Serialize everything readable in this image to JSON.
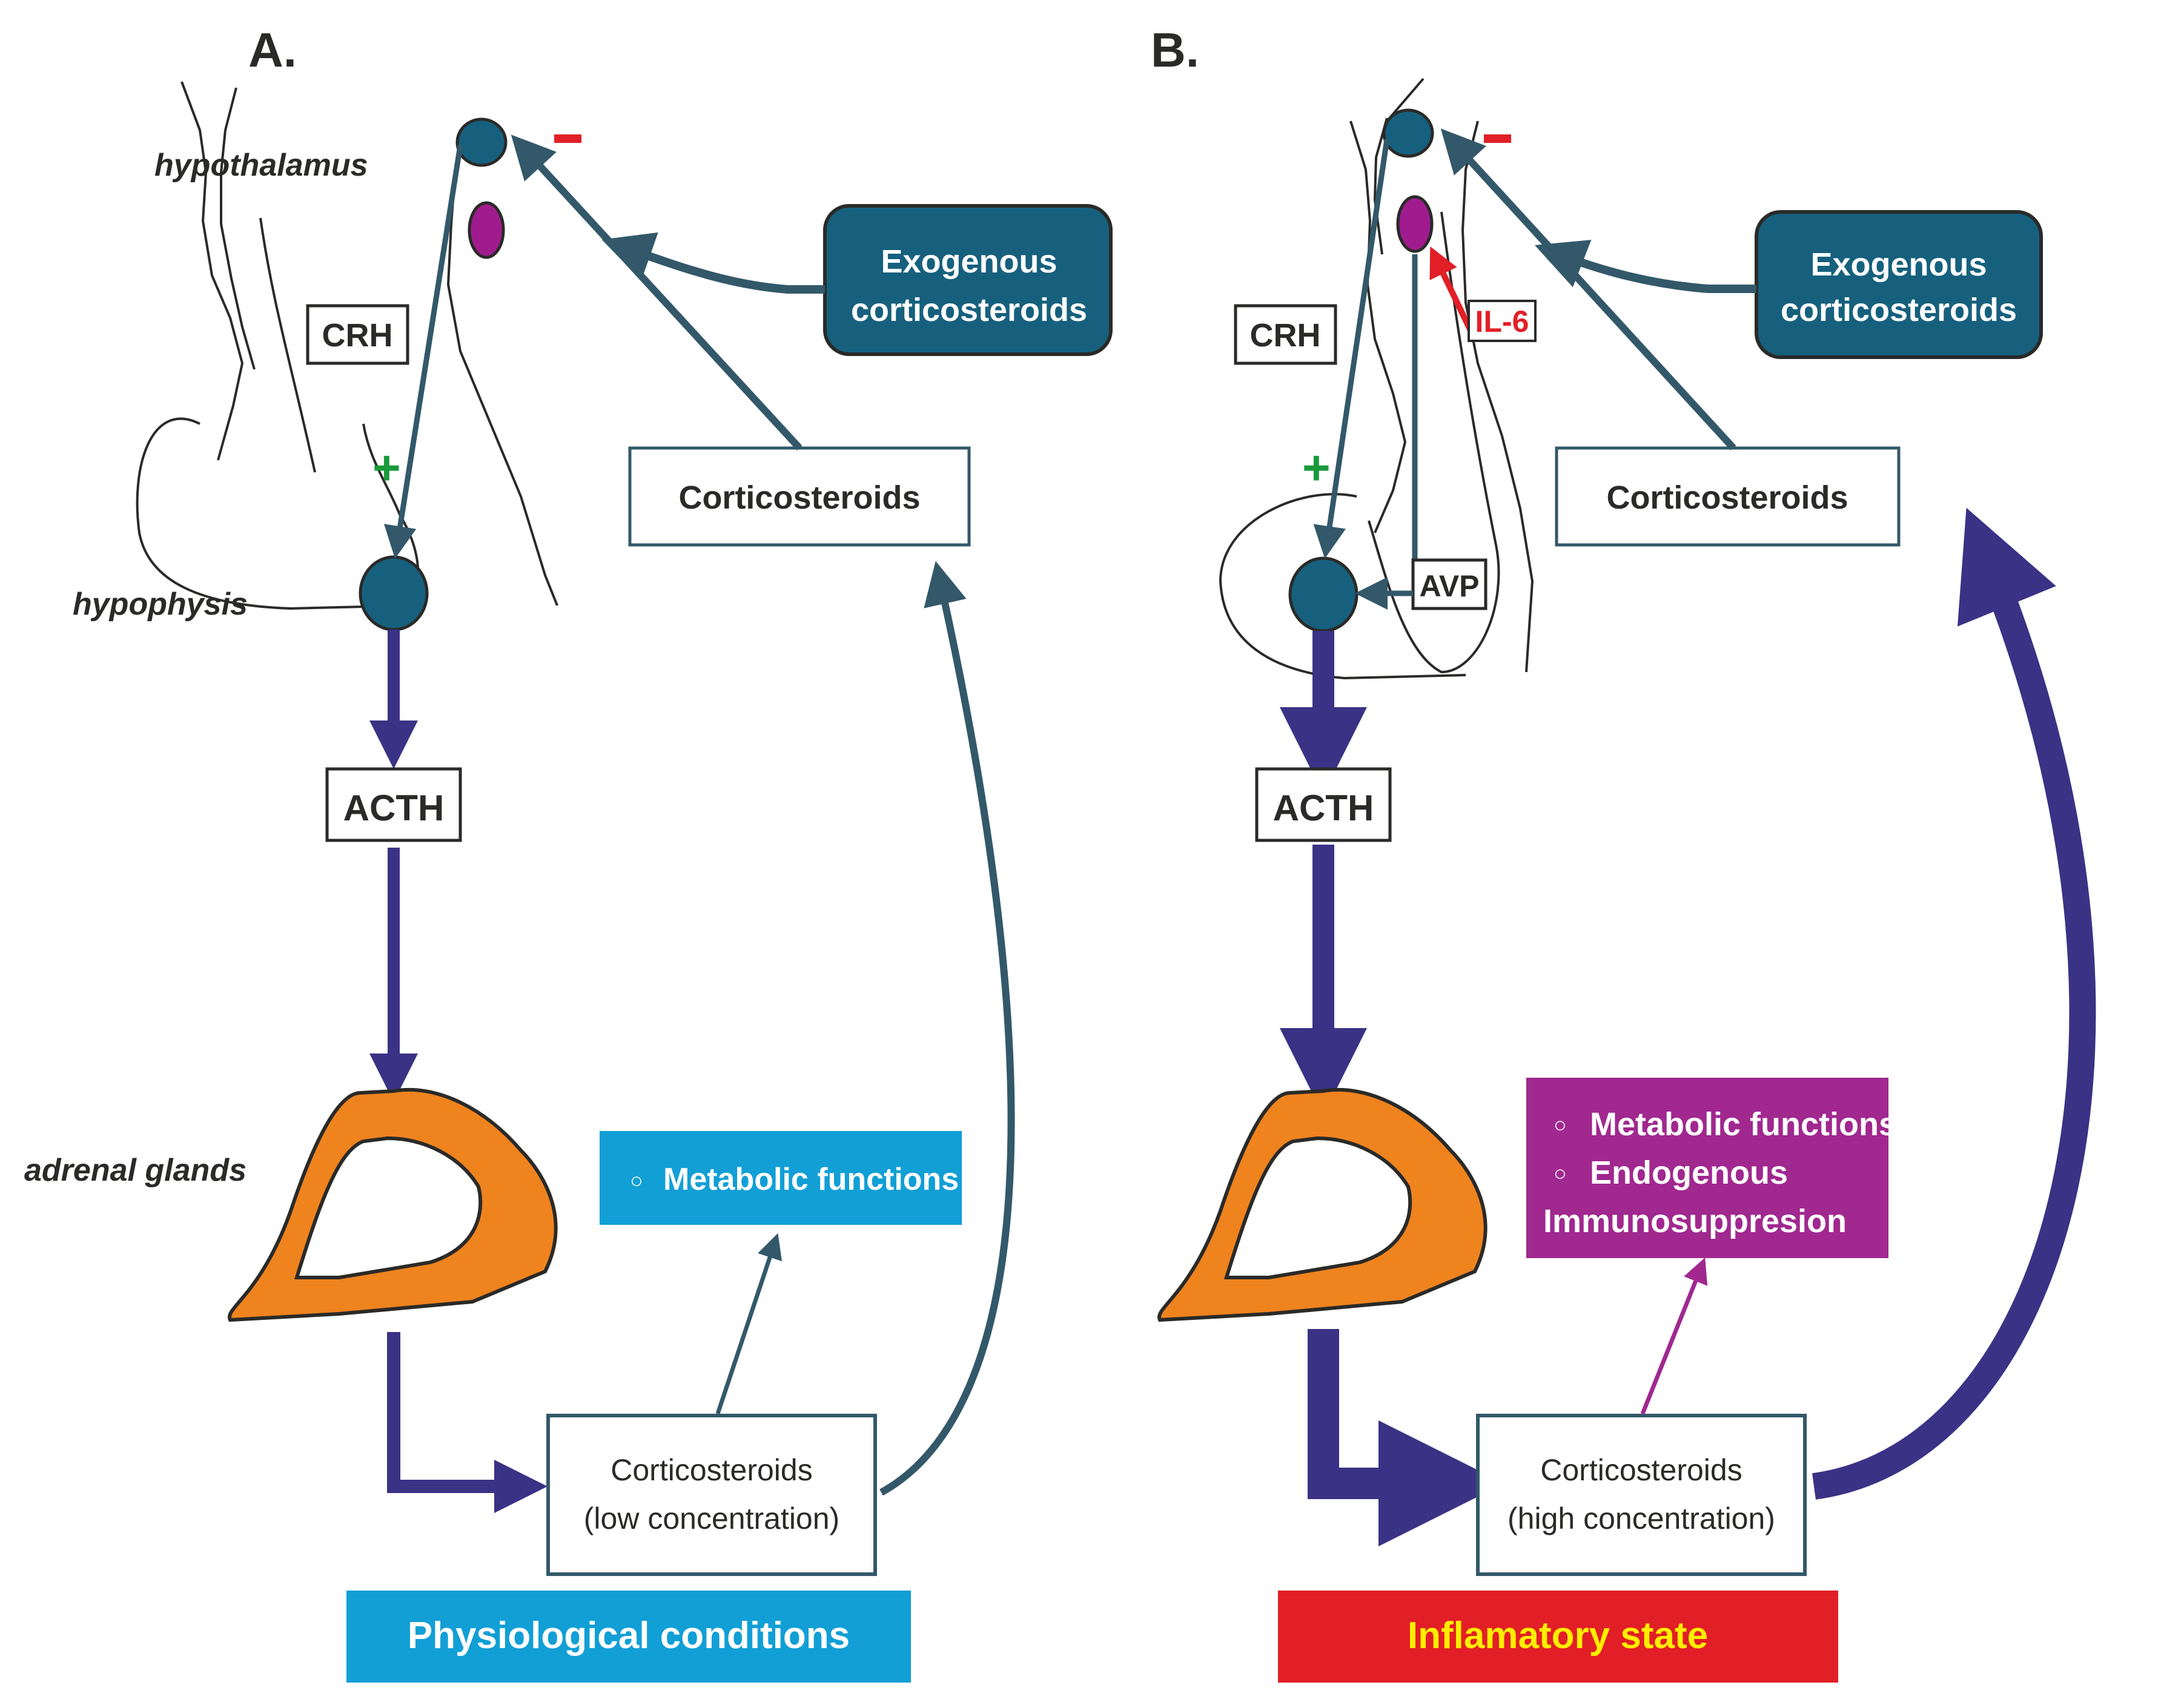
{
  "colors": {
    "teal": "#16607e",
    "teal_arrow": "#33586a",
    "purple_node": "#a01c8e",
    "navy_arrow": "#3a3285",
    "orange": "#ef831e",
    "green_plus": "#1a9a3a",
    "red_minus": "#e21f26",
    "blue_box": "#119fd6",
    "magenta_box": "#a0288f",
    "red_box": "#e21f26",
    "yellow_text": "#ffee00"
  },
  "panelA": {
    "letter": "A.",
    "hypothalamus_label": "hypothalamus",
    "hypophysis_label": "hypophysis",
    "adrenal_label": "adrenal glands",
    "crh": "CRH",
    "acth": "ACTH",
    "plus": "+",
    "minus": "−",
    "exogenous_line1": "Exogenous",
    "exogenous_line2": "corticosteroids",
    "corticosteroids_top": "Corticosteroids",
    "metabolic_bullet": "○",
    "metabolic": "Metabolic functions",
    "cort_bottom_line1": "Corticosteroids",
    "cort_bottom_line2": "(low concentration)",
    "condition": "Physiological conditions"
  },
  "panelB": {
    "letter": "B.",
    "crh": "CRH",
    "acth": "ACTH",
    "avp": "AVP",
    "il6": "IL-6",
    "plus": "+",
    "minus": "−",
    "exogenous_line1": "Exogenous",
    "exogenous_line2": "corticosteroids",
    "corticosteroids_top": "Corticosteroids",
    "bullet": "○",
    "effect1": "Metabolic functions",
    "effect2": "Endogenous",
    "effect3": "Immunosuppresion",
    "cort_bottom_line1": "Corticosteroids",
    "cort_bottom_line2": "(high concentration)",
    "condition": "Inflamatory state"
  }
}
